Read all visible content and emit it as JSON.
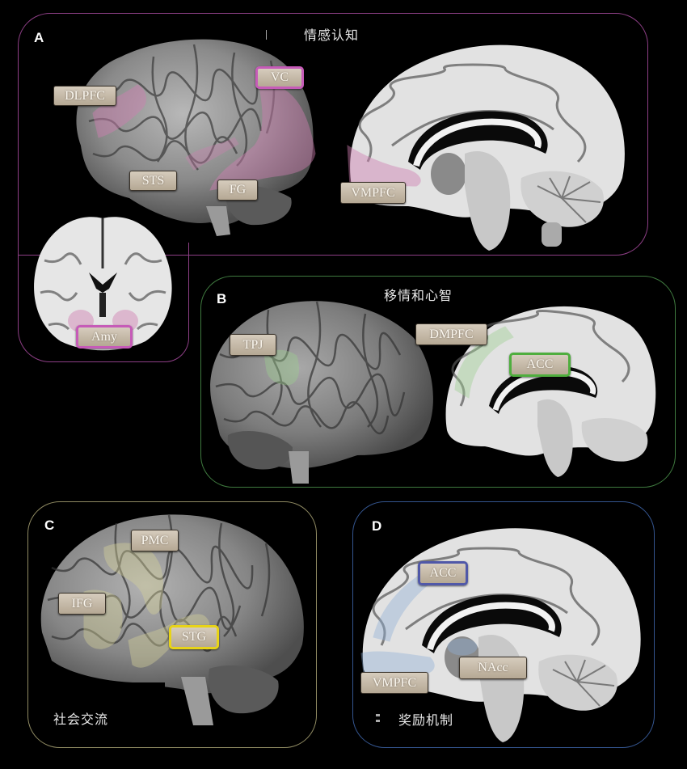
{
  "figure": {
    "panels": [
      {
        "id": "A",
        "letter": "A",
        "title": "情感认知",
        "border_color": "#8e3f86",
        "labels": [
          {
            "text": "DLPFC",
            "highlighted": false
          },
          {
            "text": "VC",
            "highlighted": true,
            "highlight_color": "#c65bb8"
          },
          {
            "text": "STS",
            "highlighted": false
          },
          {
            "text": "FG",
            "highlighted": false
          },
          {
            "text": "VMPFC",
            "highlighted": false
          },
          {
            "text": "Amy",
            "highlighted": true,
            "highlight_color": "#c65bb8"
          }
        ],
        "region_color": "#d07fb2",
        "views": [
          "lateral-surface",
          "sagittal-slice",
          "coronal-slice"
        ]
      },
      {
        "id": "B",
        "letter": "B",
        "title": "移情和心智",
        "border_color": "#3f7a3f",
        "labels": [
          {
            "text": "TPJ",
            "highlighted": false
          },
          {
            "text": "DMPFC",
            "highlighted": false
          },
          {
            "text": "ACC",
            "highlighted": true,
            "highlight_color": "#4fae3e"
          }
        ],
        "region_color": "#9ccf8f",
        "views": [
          "lateral-surface",
          "sagittal-slice"
        ]
      },
      {
        "id": "C",
        "letter": "C",
        "title": "社会交流",
        "border_color": "#8f8a62",
        "labels": [
          {
            "text": "PMC",
            "highlighted": false
          },
          {
            "text": "IFG",
            "highlighted": false
          },
          {
            "text": "STG",
            "highlighted": true,
            "highlight_color": "#e8d417"
          }
        ],
        "region_color": "#d8d49a",
        "views": [
          "lateral-surface"
        ]
      },
      {
        "id": "D",
        "letter": "D",
        "title": "奖励机制",
        "border_color": "#34558f",
        "labels": [
          {
            "text": "ACC",
            "highlighted": true,
            "highlight_color": "#5058a8"
          },
          {
            "text": "NAcc",
            "highlighted": false
          },
          {
            "text": "VMPFC",
            "highlighted": false
          }
        ],
        "region_color": "#8fb0d8",
        "views": [
          "sagittal-slice"
        ]
      }
    ]
  }
}
